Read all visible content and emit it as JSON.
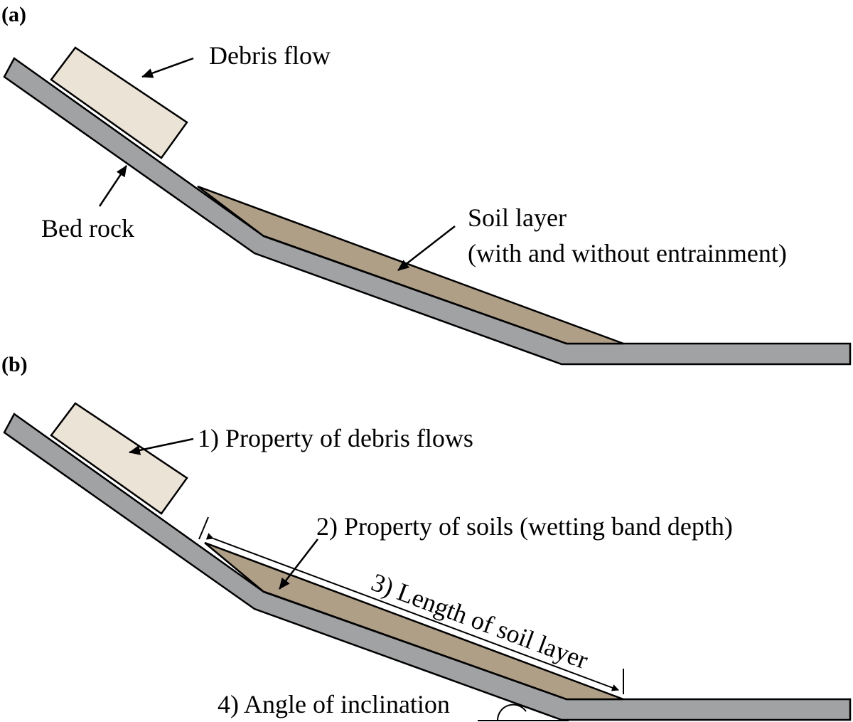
{
  "panel_a": {
    "label": "(a)",
    "debris_flow_label": "Debris flow",
    "bed_rock_label": "Bed rock",
    "soil_layer_label_line1": "Soil layer",
    "soil_layer_label_line2": "(with and without entrainment)"
  },
  "panel_b": {
    "label": "(b)",
    "factor1": "1) Property of debris flows",
    "factor2": "2) Property of soils (wetting band depth)",
    "factor3": "3) Length of soil layer",
    "factor4": "4) Angle of inclination"
  },
  "colors": {
    "bedrock": "#a0a2a4",
    "soil": "#b09f87",
    "debris": "#ece3d7"
  }
}
